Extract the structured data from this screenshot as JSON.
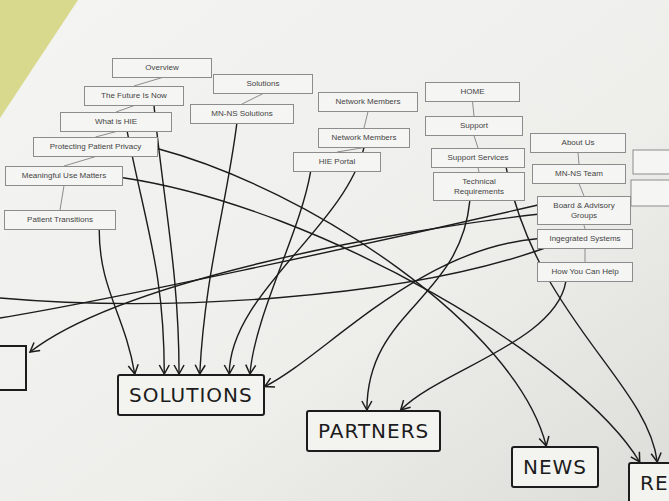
{
  "diagram": {
    "nodes": [
      {
        "text": [
          "Overview"
        ]
      },
      {
        "text": [
          "Solutions"
        ]
      },
      {
        "text": [
          "Network Members"
        ]
      },
      {
        "text": [
          "HOME"
        ]
      },
      {
        "text": [
          "The Future Is Now"
        ]
      },
      {
        "text": [
          "MN-NS Solutions"
        ]
      },
      {
        "text": [
          "Network Members"
        ]
      },
      {
        "text": [
          "Support"
        ]
      },
      {
        "text": [
          "About Us"
        ]
      },
      {
        "text": [
          "What is HIE"
        ]
      },
      {
        "text": [
          "HIE Portal"
        ]
      },
      {
        "text": [
          "Support Services"
        ]
      },
      {
        "text": [
          "MN-NS Team"
        ]
      },
      {
        "text": [
          "Protecting Patient Privacy"
        ]
      },
      {
        "text": [
          "Technical Requirements"
        ]
      },
      {
        "text": [
          "Board & Advisory Groups"
        ]
      },
      {
        "text": [
          "Meaningful Use Matters"
        ]
      },
      {
        "text": [
          "Ingegrated Systems"
        ]
      },
      {
        "text": [
          "Patient Transitions"
        ]
      },
      {
        "text": [
          "How You Can Help"
        ]
      },
      {
        "text": [
          "SOLUTIONS"
        ]
      },
      {
        "text": [
          "PARTNERS"
        ]
      },
      {
        "text": [
          "NEWS"
        ]
      },
      {
        "text": [
          "RE"
        ]
      }
    ],
    "edges": [
      {
        "from": 0,
        "to": 4,
        "arrow": "none"
      },
      {
        "from": 4,
        "to": 9,
        "arrow": "none"
      },
      {
        "from": 9,
        "to": 13,
        "arrow": "none"
      },
      {
        "from": 13,
        "to": 16,
        "arrow": "none"
      },
      {
        "from": 16,
        "to": 18,
        "arrow": "none"
      },
      {
        "from": 1,
        "to": 5,
        "arrow": "none"
      },
      {
        "from": 2,
        "to": 6,
        "arrow": "none"
      },
      {
        "from": 6,
        "to": 10,
        "arrow": "none"
      },
      {
        "from": 3,
        "to": 7,
        "arrow": "none"
      },
      {
        "from": 7,
        "to": 11,
        "arrow": "none"
      },
      {
        "from": 11,
        "to": 14,
        "arrow": "none"
      },
      {
        "from": 8,
        "to": 12,
        "arrow": "none"
      },
      {
        "from": 12,
        "to": 15,
        "arrow": "none"
      },
      {
        "from": 15,
        "to": 17,
        "arrow": "none"
      },
      {
        "from": 17,
        "to": 19,
        "arrow": "none"
      },
      {
        "from": 18,
        "to": 20,
        "arrow": "to"
      },
      {
        "from": 9,
        "to": 20,
        "arrow": "to"
      },
      {
        "from": 4,
        "to": 20,
        "arrow": "to"
      },
      {
        "from": 5,
        "to": 20,
        "arrow": "to"
      },
      {
        "from": 6,
        "to": 20,
        "arrow": "to"
      },
      {
        "from": 10,
        "to": 20,
        "arrow": "to"
      },
      {
        "from": 17,
        "to": 20,
        "arrow": "to"
      },
      {
        "from": 14,
        "to": 21,
        "arrow": "to"
      },
      {
        "from": 19,
        "to": 21,
        "arrow": "to"
      },
      {
        "from": 13,
        "to": 22,
        "arrow": "to"
      },
      {
        "from": 16,
        "to": 23,
        "arrow": "to"
      },
      {
        "from": 11,
        "to": 23,
        "arrow": "to"
      }
    ]
  }
}
